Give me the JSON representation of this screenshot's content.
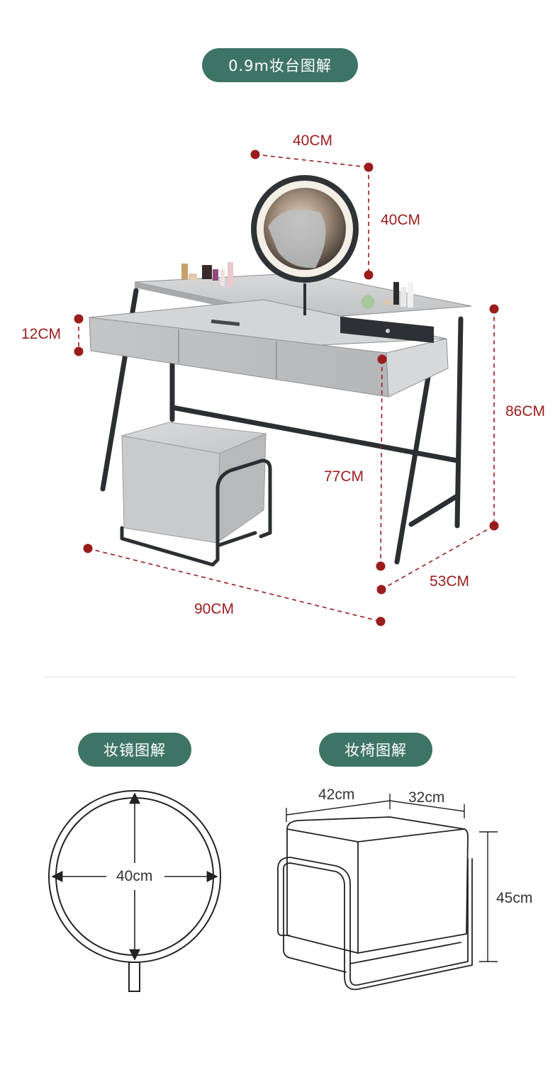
{
  "section1": {
    "title": "0.9m妆台图解",
    "dims": {
      "mirror_width": "40CM",
      "mirror_height": "40CM",
      "drawer_height": "12CM",
      "total_height": "86CM",
      "table_height": "77CM",
      "depth": "53CM",
      "width": "90CM"
    }
  },
  "section2": {
    "mirror_title": "妆镜图解",
    "mirror_diameter": "40cm",
    "stool_title": "妆椅图解",
    "stool_width": "42cm",
    "stool_depth": "32cm",
    "stool_height": "45cm"
  },
  "colors": {
    "accent": "#3e7465",
    "dimension": "#9b1c1c",
    "frame": "#2b2f33",
    "panel": "#c9cbcd"
  }
}
